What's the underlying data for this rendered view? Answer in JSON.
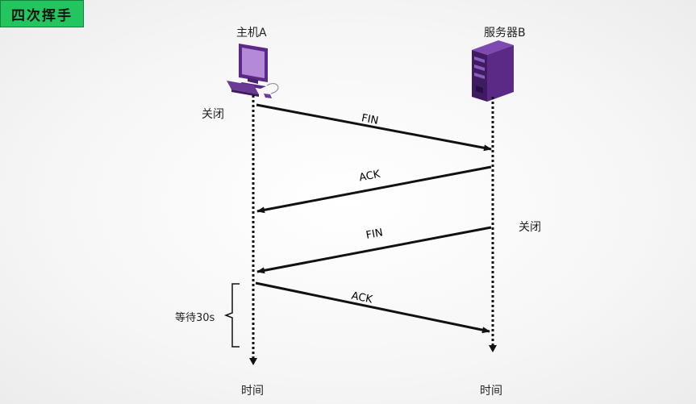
{
  "title": "四次挥手",
  "colors": {
    "badge": "#22c55e",
    "device": "#5b2a86",
    "line": "#111111"
  },
  "host": {
    "label": "主机A",
    "icon": "computer-icon"
  },
  "server": {
    "label": "服务器B",
    "icon": "server-tower-icon"
  },
  "states": {
    "host_close": "关闭",
    "server_close": "关闭"
  },
  "wait": "等待30s",
  "timeline": {
    "host_time": "时间",
    "server_time": "时间"
  },
  "messages": [
    {
      "label": "FIN",
      "direction": "A-to-B"
    },
    {
      "label": "ACK",
      "direction": "B-to-A"
    },
    {
      "label": "FIN",
      "direction": "B-to-A"
    },
    {
      "label": "ACK",
      "direction": "A-to-B"
    }
  ]
}
